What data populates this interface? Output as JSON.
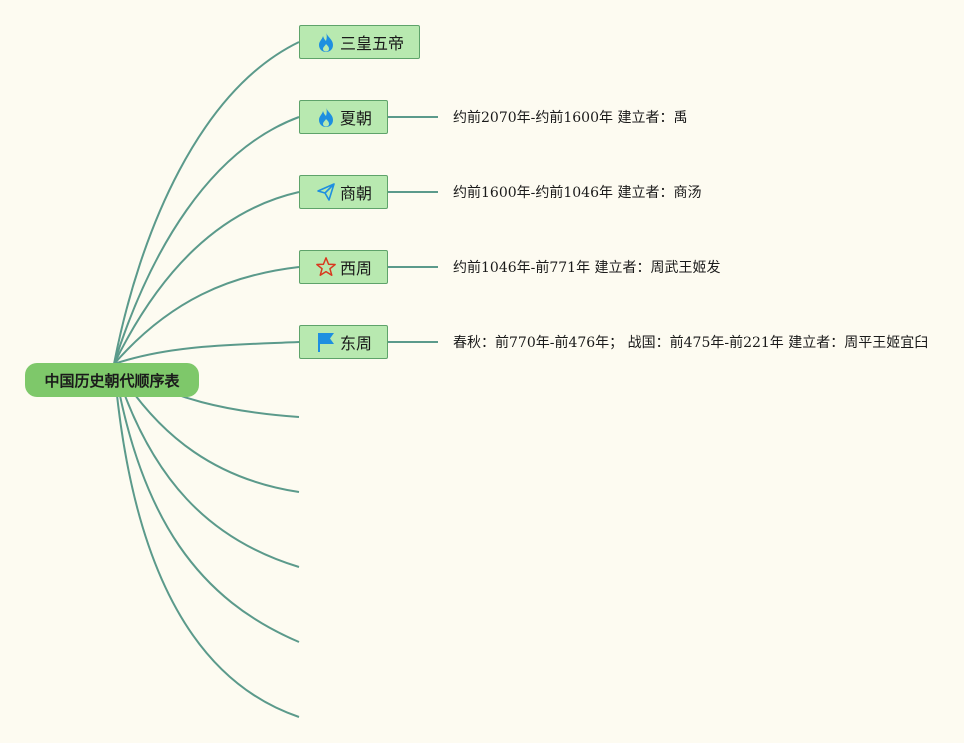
{
  "root": {
    "title": "中国历史朝代顺序表"
  },
  "colors": {
    "link": "#5b9a8b",
    "root_bg": "#7ec86a",
    "node_bg": "#b8e9b0",
    "node_border": "#5ea36a",
    "background": "#fdfbf1"
  },
  "branches": [
    {
      "label": "三皇五帝",
      "icon": "fire-icon",
      "note": ""
    },
    {
      "label": "夏朝",
      "icon": "fire-icon",
      "note": "约前2070年-约前1600年 建立者：禹"
    },
    {
      "label": "商朝",
      "icon": "paper-plane-icon",
      "note": "约前1600年-约前1046年 建立者：商汤"
    },
    {
      "label": "西周",
      "icon": "star-icon",
      "note": "约前1046年-前771年 建立者：周武王姬发"
    },
    {
      "label": "东周",
      "icon": "flag-icon",
      "note": "春秋：前770年-前476年； 战国：前475年-前221年 建立者：周平王姬宜臼"
    },
    {
      "label": "",
      "icon": "",
      "note": ""
    },
    {
      "label": "",
      "icon": "",
      "note": ""
    },
    {
      "label": "",
      "icon": "",
      "note": ""
    },
    {
      "label": "",
      "icon": "",
      "note": ""
    },
    {
      "label": "",
      "icon": "",
      "note": ""
    }
  ]
}
